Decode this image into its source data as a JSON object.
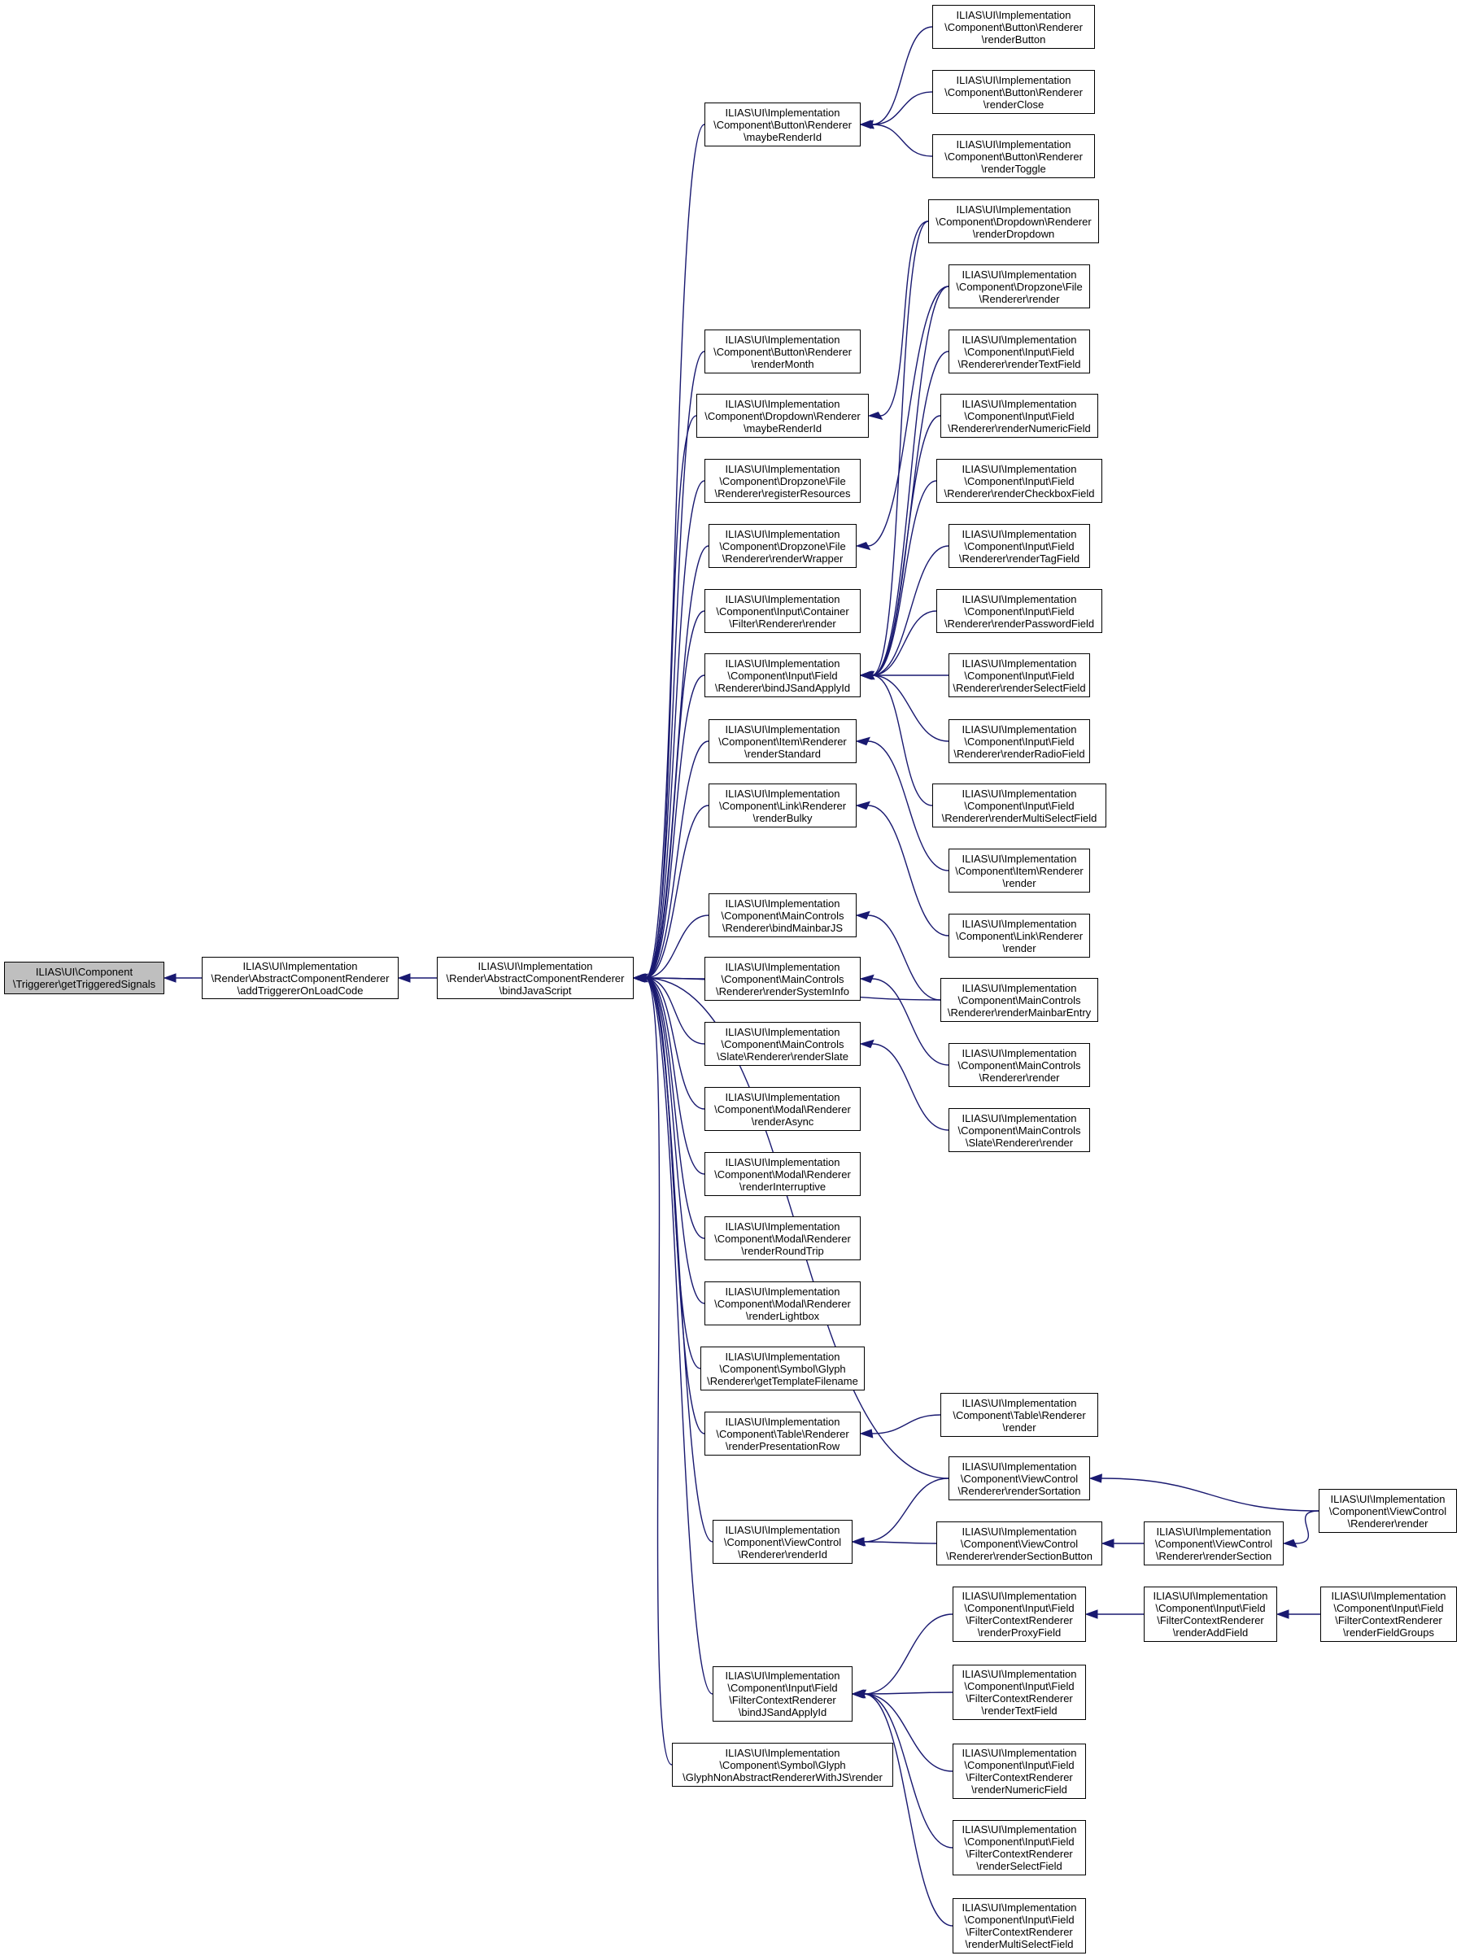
{
  "colors": {
    "edge": "#191970",
    "root_fill": "#bfbfbf",
    "node_fill": "#ffffff",
    "node_border": "#000000"
  },
  "nodes": {
    "root": [
      "ILIAS\\UI\\Component",
      "\\Triggerer\\getTriggeredSignals"
    ],
    "addTrig": [
      "ILIAS\\UI\\Implementation",
      "\\Render\\AbstractComponentRenderer",
      "\\addTriggererOnLoadCode"
    ],
    "bindJS": [
      "ILIAS\\UI\\Implementation",
      "\\Render\\AbstractComponentRenderer",
      "\\bindJavaScript"
    ],
    "btnMaybe": [
      "ILIAS\\UI\\Implementation",
      "\\Component\\Button\\Renderer",
      "\\maybeRenderId"
    ],
    "btnMonth": [
      "ILIAS\\UI\\Implementation",
      "\\Component\\Button\\Renderer",
      "\\renderMonth"
    ],
    "ddMaybe": [
      "ILIAS\\UI\\Implementation",
      "\\Component\\Dropdown\\Renderer",
      "\\maybeRenderId"
    ],
    "dzReg": [
      "ILIAS\\UI\\Implementation",
      "\\Component\\Dropzone\\File",
      "\\Renderer\\registerResources"
    ],
    "dzWrap": [
      "ILIAS\\UI\\Implementation",
      "\\Component\\Dropzone\\File",
      "\\Renderer\\renderWrapper"
    ],
    "filterRender": [
      "ILIAS\\UI\\Implementation",
      "\\Component\\Input\\Container",
      "\\Filter\\Renderer\\render"
    ],
    "fieldBind": [
      "ILIAS\\UI\\Implementation",
      "\\Component\\Input\\Field",
      "\\Renderer\\bindJSandApplyId"
    ],
    "itemStd": [
      "ILIAS\\UI\\Implementation",
      "\\Component\\Item\\Renderer",
      "\\renderStandard"
    ],
    "linkBulky": [
      "ILIAS\\UI\\Implementation",
      "\\Component\\Link\\Renderer",
      "\\renderBulky"
    ],
    "mcBind": [
      "ILIAS\\UI\\Implementation",
      "\\Component\\MainControls",
      "\\Renderer\\bindMainbarJS"
    ],
    "mcSys": [
      "ILIAS\\UI\\Implementation",
      "\\Component\\MainControls",
      "\\Renderer\\renderSystemInfo"
    ],
    "slate": [
      "ILIAS\\UI\\Implementation",
      "\\Component\\MainControls",
      "\\Slate\\Renderer\\renderSlate"
    ],
    "modalAsync": [
      "ILIAS\\UI\\Implementation",
      "\\Component\\Modal\\Renderer",
      "\\renderAsync"
    ],
    "modalInt": [
      "ILIAS\\UI\\Implementation",
      "\\Component\\Modal\\Renderer",
      "\\renderInterruptive"
    ],
    "modalRT": [
      "ILIAS\\UI\\Implementation",
      "\\Component\\Modal\\Renderer",
      "\\renderRoundTrip"
    ],
    "modalLB": [
      "ILIAS\\UI\\Implementation",
      "\\Component\\Modal\\Renderer",
      "\\renderLightbox"
    ],
    "glyphTpl": [
      "ILIAS\\UI\\Implementation",
      "\\Component\\Symbol\\Glyph",
      "\\Renderer\\getTemplateFilename"
    ],
    "tableRow": [
      "ILIAS\\UI\\Implementation",
      "\\Component\\Table\\Renderer",
      "\\renderPresentationRow"
    ],
    "vcId": [
      "ILIAS\\UI\\Implementation",
      "\\Component\\ViewControl",
      "\\Renderer\\renderId"
    ],
    "fcBind": [
      "ILIAS\\UI\\Implementation",
      "\\Component\\Input\\Field",
      "\\FilterContextRenderer",
      "\\bindJSandApplyId"
    ],
    "glyphNA": [
      "ILIAS\\UI\\Implementation",
      "\\Component\\Symbol\\Glyph",
      "\\GlyphNonAbstractRendererWithJS\\render"
    ],
    "btnRender": [
      "ILIAS\\UI\\Implementation",
      "\\Component\\Button\\Renderer",
      "\\renderButton"
    ],
    "btnClose": [
      "ILIAS\\UI\\Implementation",
      "\\Component\\Button\\Renderer",
      "\\renderClose"
    ],
    "btnToggle": [
      "ILIAS\\UI\\Implementation",
      "\\Component\\Button\\Renderer",
      "\\renderToggle"
    ],
    "ddRender": [
      "ILIAS\\UI\\Implementation",
      "\\Component\\Dropdown\\Renderer",
      "\\renderDropdown"
    ],
    "dzRender": [
      "ILIAS\\UI\\Implementation",
      "\\Component\\Dropzone\\File",
      "\\Renderer\\render"
    ],
    "fText": [
      "ILIAS\\UI\\Implementation",
      "\\Component\\Input\\Field",
      "\\Renderer\\renderTextField"
    ],
    "fNum": [
      "ILIAS\\UI\\Implementation",
      "\\Component\\Input\\Field",
      "\\Renderer\\renderNumericField"
    ],
    "fCheck": [
      "ILIAS\\UI\\Implementation",
      "\\Component\\Input\\Field",
      "\\Renderer\\renderCheckboxField"
    ],
    "fTag": [
      "ILIAS\\UI\\Implementation",
      "\\Component\\Input\\Field",
      "\\Renderer\\renderTagField"
    ],
    "fPass": [
      "ILIAS\\UI\\Implementation",
      "\\Component\\Input\\Field",
      "\\Renderer\\renderPasswordField"
    ],
    "fSelect": [
      "ILIAS\\UI\\Implementation",
      "\\Component\\Input\\Field",
      "\\Renderer\\renderSelectField"
    ],
    "fRadio": [
      "ILIAS\\UI\\Implementation",
      "\\Component\\Input\\Field",
      "\\Renderer\\renderRadioField"
    ],
    "fMulti": [
      "ILIAS\\UI\\Implementation",
      "\\Component\\Input\\Field",
      "\\Renderer\\renderMultiSelectField"
    ],
    "itemRender": [
      "ILIAS\\UI\\Implementation",
      "\\Component\\Item\\Renderer",
      "\\render"
    ],
    "linkRender": [
      "ILIAS\\UI\\Implementation",
      "\\Component\\Link\\Renderer",
      "\\render"
    ],
    "mcEntry": [
      "ILIAS\\UI\\Implementation",
      "\\Component\\MainControls",
      "\\Renderer\\renderMainbarEntry"
    ],
    "mcRender": [
      "ILIAS\\UI\\Implementation",
      "\\Component\\MainControls",
      "\\Renderer\\render"
    ],
    "slateRender": [
      "ILIAS\\UI\\Implementation",
      "\\Component\\MainControls",
      "\\Slate\\Renderer\\render"
    ],
    "tableRender": [
      "ILIAS\\UI\\Implementation",
      "\\Component\\Table\\Renderer",
      "\\render"
    ],
    "vcSort": [
      "ILIAS\\UI\\Implementation",
      "\\Component\\ViewControl",
      "\\Renderer\\renderSortation"
    ],
    "vcSecBtn": [
      "ILIAS\\UI\\Implementation",
      "\\Component\\ViewControl",
      "\\Renderer\\renderSectionButton"
    ],
    "vcSection": [
      "ILIAS\\UI\\Implementation",
      "\\Component\\ViewControl",
      "\\Renderer\\renderSection"
    ],
    "vcRender": [
      "ILIAS\\UI\\Implementation",
      "\\Component\\ViewControl",
      "\\Renderer\\render"
    ],
    "fcProxy": [
      "ILIAS\\UI\\Implementation",
      "\\Component\\Input\\Field",
      "\\FilterContextRenderer",
      "\\renderProxyField"
    ],
    "fcText": [
      "ILIAS\\UI\\Implementation",
      "\\Component\\Input\\Field",
      "\\FilterContextRenderer",
      "\\renderTextField"
    ],
    "fcNum": [
      "ILIAS\\UI\\Implementation",
      "\\Component\\Input\\Field",
      "\\FilterContextRenderer",
      "\\renderNumericField"
    ],
    "fcSelect": [
      "ILIAS\\UI\\Implementation",
      "\\Component\\Input\\Field",
      "\\FilterContextRenderer",
      "\\renderSelectField"
    ],
    "fcMulti": [
      "ILIAS\\UI\\Implementation",
      "\\Component\\Input\\Field",
      "\\FilterContextRenderer",
      "\\renderMultiSelectField"
    ],
    "fcAdd": [
      "ILIAS\\UI\\Implementation",
      "\\Component\\Input\\Field",
      "\\FilterContextRenderer",
      "\\renderAddField"
    ],
    "fcGroups": [
      "ILIAS\\UI\\Implementation",
      "\\Component\\Input\\Field",
      "\\FilterContextRenderer",
      "\\renderFieldGroups"
    ]
  },
  "edges": [
    [
      "root",
      "addTrig"
    ],
    [
      "addTrig",
      "bindJS"
    ],
    [
      "bindJS",
      "btnMaybe"
    ],
    [
      "bindJS",
      "btnMonth"
    ],
    [
      "bindJS",
      "ddMaybe"
    ],
    [
      "bindJS",
      "dzReg"
    ],
    [
      "bindJS",
      "dzWrap"
    ],
    [
      "bindJS",
      "filterRender"
    ],
    [
      "bindJS",
      "fieldBind"
    ],
    [
      "bindJS",
      "itemStd"
    ],
    [
      "bindJS",
      "linkBulky"
    ],
    [
      "bindJS",
      "mcEntry"
    ],
    [
      "bindJS",
      "mcBind"
    ],
    [
      "bindJS",
      "mcSys"
    ],
    [
      "bindJS",
      "slate"
    ],
    [
      "bindJS",
      "modalAsync"
    ],
    [
      "bindJS",
      "modalInt"
    ],
    [
      "bindJS",
      "modalRT"
    ],
    [
      "bindJS",
      "modalLB"
    ],
    [
      "bindJS",
      "glyphTpl"
    ],
    [
      "bindJS",
      "tableRow"
    ],
    [
      "bindJS",
      "vcSort"
    ],
    [
      "bindJS",
      "vcId"
    ],
    [
      "bindJS",
      "fcBind"
    ],
    [
      "bindJS",
      "glyphNA"
    ],
    [
      "btnMaybe",
      "btnRender"
    ],
    [
      "btnMaybe",
      "btnClose"
    ],
    [
      "btnMaybe",
      "btnToggle"
    ],
    [
      "ddMaybe",
      "ddRender"
    ],
    [
      "dzWrap",
      "dzRender"
    ],
    [
      "fieldBind",
      "ddRender"
    ],
    [
      "fieldBind",
      "dzRender"
    ],
    [
      "fieldBind",
      "fText"
    ],
    [
      "fieldBind",
      "fNum"
    ],
    [
      "fieldBind",
      "fCheck"
    ],
    [
      "fieldBind",
      "fTag"
    ],
    [
      "fieldBind",
      "fPass"
    ],
    [
      "fieldBind",
      "fSelect"
    ],
    [
      "fieldBind",
      "fRadio"
    ],
    [
      "fieldBind",
      "fMulti"
    ],
    [
      "itemStd",
      "itemRender"
    ],
    [
      "linkBulky",
      "linkRender"
    ],
    [
      "mcBind",
      "mcEntry"
    ],
    [
      "mcSys",
      "mcRender"
    ],
    [
      "slate",
      "slateRender"
    ],
    [
      "tableRow",
      "tableRender"
    ],
    [
      "vcId",
      "vcSort"
    ],
    [
      "vcId",
      "vcSecBtn"
    ],
    [
      "vcSort",
      "vcRender"
    ],
    [
      "vcSecBtn",
      "vcSection"
    ],
    [
      "vcSection",
      "vcRender"
    ],
    [
      "fcBind",
      "fcProxy"
    ],
    [
      "fcBind",
      "fcText"
    ],
    [
      "fcBind",
      "fcNum"
    ],
    [
      "fcBind",
      "fcSelect"
    ],
    [
      "fcBind",
      "fcMulti"
    ],
    [
      "fcProxy",
      "fcAdd"
    ],
    [
      "fcAdd",
      "fcGroups"
    ]
  ]
}
